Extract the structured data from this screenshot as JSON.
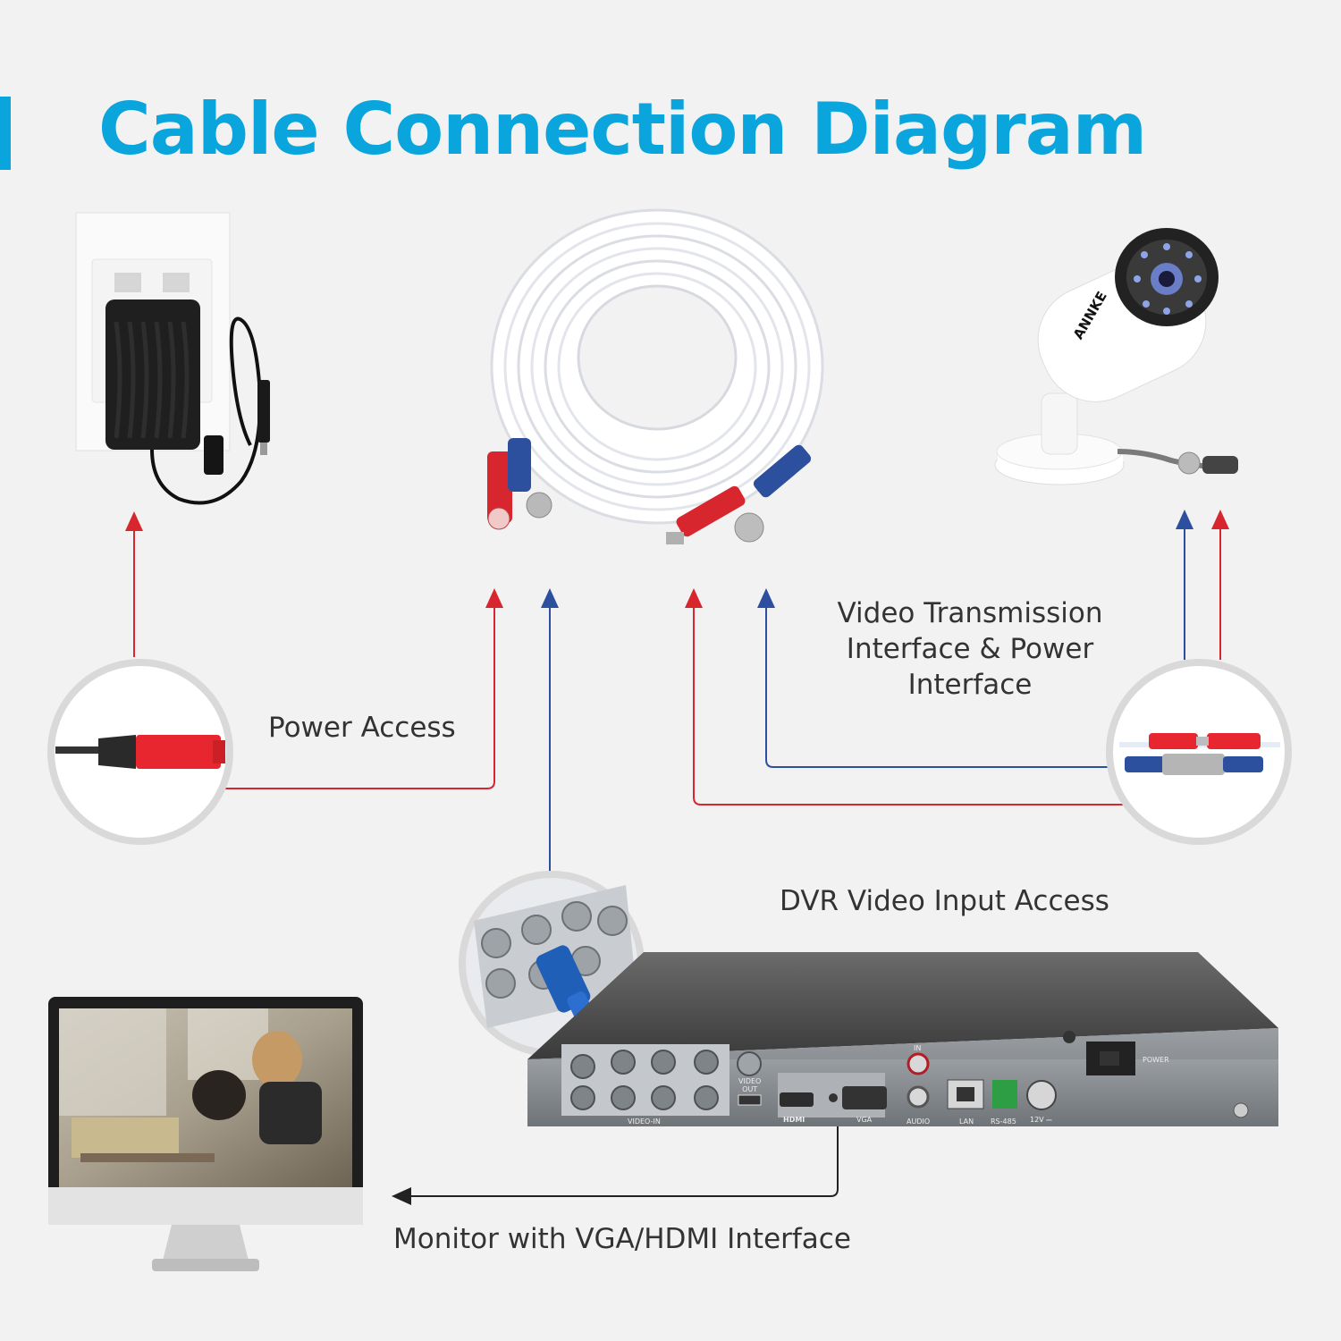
{
  "title": "Cable Connection Diagram",
  "labels": {
    "power_access": "Power Access",
    "video_transmission": [
      "Video Transmission",
      "Interface & Power",
      "Interface"
    ],
    "dvr_video_input": "DVR Video Input Access",
    "monitor": "Monitor with VGA/HDMI Interface"
  },
  "camera_brand": "ANNKE",
  "dvr_ports": {
    "video_in": "VIDEO-IN",
    "video_out": [
      "VIDEO",
      "OUT"
    ],
    "hdmi": "HDMI",
    "vga": "VGA",
    "audio_in": "IN",
    "audio": "AUDIO",
    "lan": "LAN",
    "rs485": "RS-485",
    "power_in": "12V ⎓",
    "power_switch": "POWER"
  },
  "colors": {
    "title": "#0aa5dc",
    "power_line": "#d8262f",
    "video_line": "#2c4f9e",
    "monitor_line": "#222222"
  }
}
